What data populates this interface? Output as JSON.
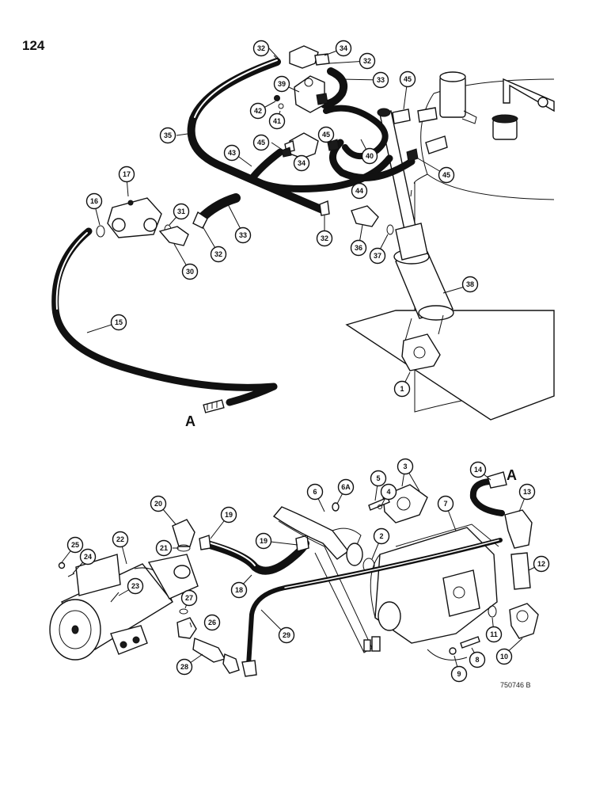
{
  "page": {
    "number": "124",
    "drawing_code": "750746 B"
  },
  "connection_labels": {
    "upper": "A",
    "lower": "A"
  },
  "callouts": {
    "c1": "1",
    "c2": "2",
    "c3": "3",
    "c4": "4",
    "c5": "5",
    "c6": "6",
    "c6a": "6A",
    "c7": "7",
    "c8": "8",
    "c9": "9",
    "c10": "10",
    "c11": "11",
    "c12": "12",
    "c13": "13",
    "c14": "14",
    "c15": "15",
    "c16": "16",
    "c17": "17",
    "c18": "18",
    "c19a": "19",
    "c19b": "19",
    "c20": "20",
    "c21": "21",
    "c22": "22",
    "c23": "23",
    "c24": "24",
    "c25": "25",
    "c26": "26",
    "c27": "27",
    "c28": "28",
    "c29": "29",
    "c30": "30",
    "c31": "31",
    "c32a": "32",
    "c32b": "32",
    "c32c": "32",
    "c32d": "32",
    "c33a": "33",
    "c33b": "33",
    "c34a": "34",
    "c34b": "34",
    "c35": "35",
    "c36": "36",
    "c37": "37",
    "c38": "38",
    "c39": "39",
    "c40": "40",
    "c41": "41",
    "c42": "42",
    "c43": "43",
    "c44": "44",
    "c45a": "45",
    "c45b": "45",
    "c45c": "45",
    "c45d": "45"
  }
}
